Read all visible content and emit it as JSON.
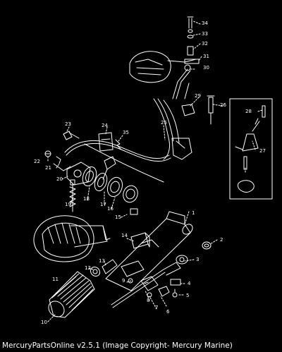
{
  "callouts": [
    "1",
    "2",
    "3",
    "4",
    "5",
    "6",
    "7",
    "8",
    "9",
    "10",
    "11",
    "12",
    "13",
    "14",
    "15",
    "16",
    "17",
    "18",
    "19",
    "20",
    "21",
    "22",
    "23",
    "24",
    "25",
    "26",
    "27",
    "28",
    "29",
    "30",
    "31",
    "32",
    "33",
    "34",
    "35"
  ],
  "footer": {
    "text": "MercuryPartsOnline v2.5.1 (Image Copyright- Mercury Marine)"
  },
  "colors": {
    "background": "#000000",
    "line": "#ffffff"
  }
}
